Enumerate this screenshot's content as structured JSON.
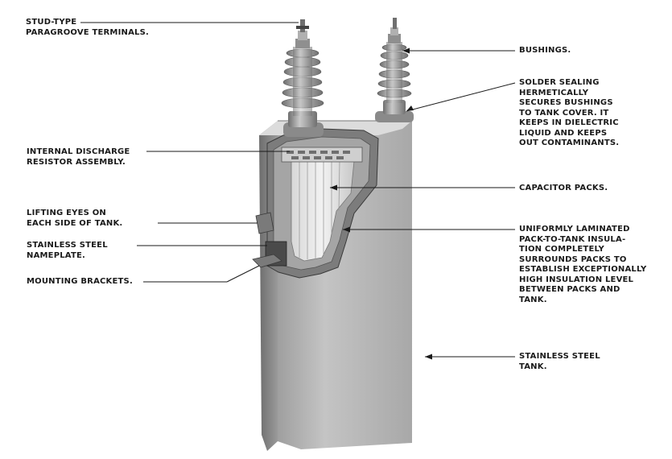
{
  "labels": {
    "stud_terminals": [
      "STUD-TYPE",
      "PARAGROOVE TERMINALS."
    ],
    "bushings": [
      "BUSHINGS."
    ],
    "solder_sealing": [
      "SOLDER SEALING",
      "HERMETICALLY",
      "SECURES BUSHINGS",
      "TO TANK COVER. IT",
      "KEEPS IN DIELECTRIC",
      "LIQUID AND KEEPS",
      "OUT CONTAMINANTS."
    ],
    "discharge_resistor": [
      "INTERNAL DISCHARGE",
      "RESISTOR ASSEMBLY."
    ],
    "capacitor_packs": [
      "CAPACITOR PACKS."
    ],
    "lifting_eyes": [
      "LIFTING EYES ON",
      "EACH SIDE OF TANK."
    ],
    "insulation": [
      "UNIFORMLY LAMINATED",
      "PACK-TO-TANK INSULA-",
      "TION COMPLETELY",
      "SURROUNDS PACKS TO",
      "ESTABLISH EXCEPTIONALLY",
      "HIGH INSULATION LEVEL",
      "BETWEEN PACKS AND",
      "TANK."
    ],
    "nameplate": [
      "STAINLESS STEEL",
      "NAMEPLATE."
    ],
    "mounting_brackets": [
      "MOUNTING BRACKETS."
    ],
    "tank": [
      "STAINLESS STEEL",
      "TANK."
    ]
  },
  "colors": {
    "tank_front": "#b9b9b9",
    "tank_side": "#8c8c8c",
    "tank_top": "#dcdcdc",
    "porcelain": "#9a9a9a",
    "leader_line": "#1a1a1a",
    "text": "#1a1a1a"
  }
}
